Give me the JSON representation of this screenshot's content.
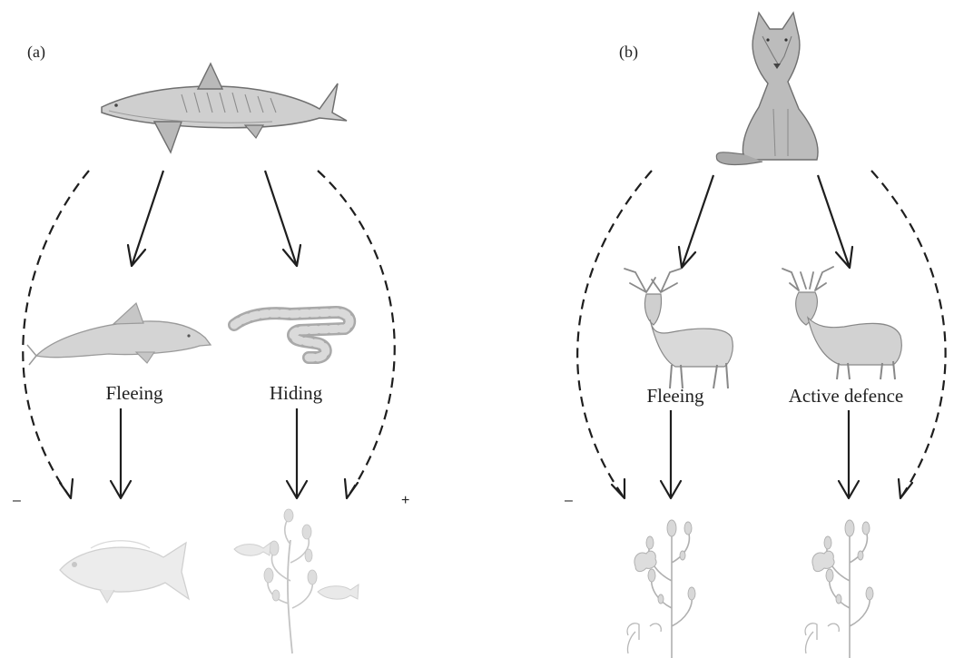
{
  "panels": [
    {
      "label": "(a)",
      "mesopredators": [
        {
          "icon": "dolphin-icon",
          "behaviour": "Fleeing"
        },
        {
          "icon": "sea-snake-icon",
          "behaviour": "Hiding"
        }
      ],
      "effects": {
        "left": "–",
        "right": "+"
      }
    },
    {
      "label": "(b)",
      "mesopredators": [
        {
          "icon": "white-tailed-deer-icon",
          "behaviour": "Fleeing"
        },
        {
          "icon": "mule-deer-icon",
          "behaviour": "Active defence"
        }
      ],
      "effects": {
        "left": "–"
      }
    }
  ],
  "colors": {
    "arrow": "#1e1e1e",
    "illustration": "#8a8a8a",
    "faded": "#c9c9c9"
  },
  "icons": [
    "tiger-shark-icon",
    "coyote-icon",
    "dolphin-icon",
    "sea-snake-icon",
    "fish-icon",
    "seagrass-icon",
    "white-tailed-deer-icon",
    "mule-deer-icon",
    "plant-icon"
  ]
}
